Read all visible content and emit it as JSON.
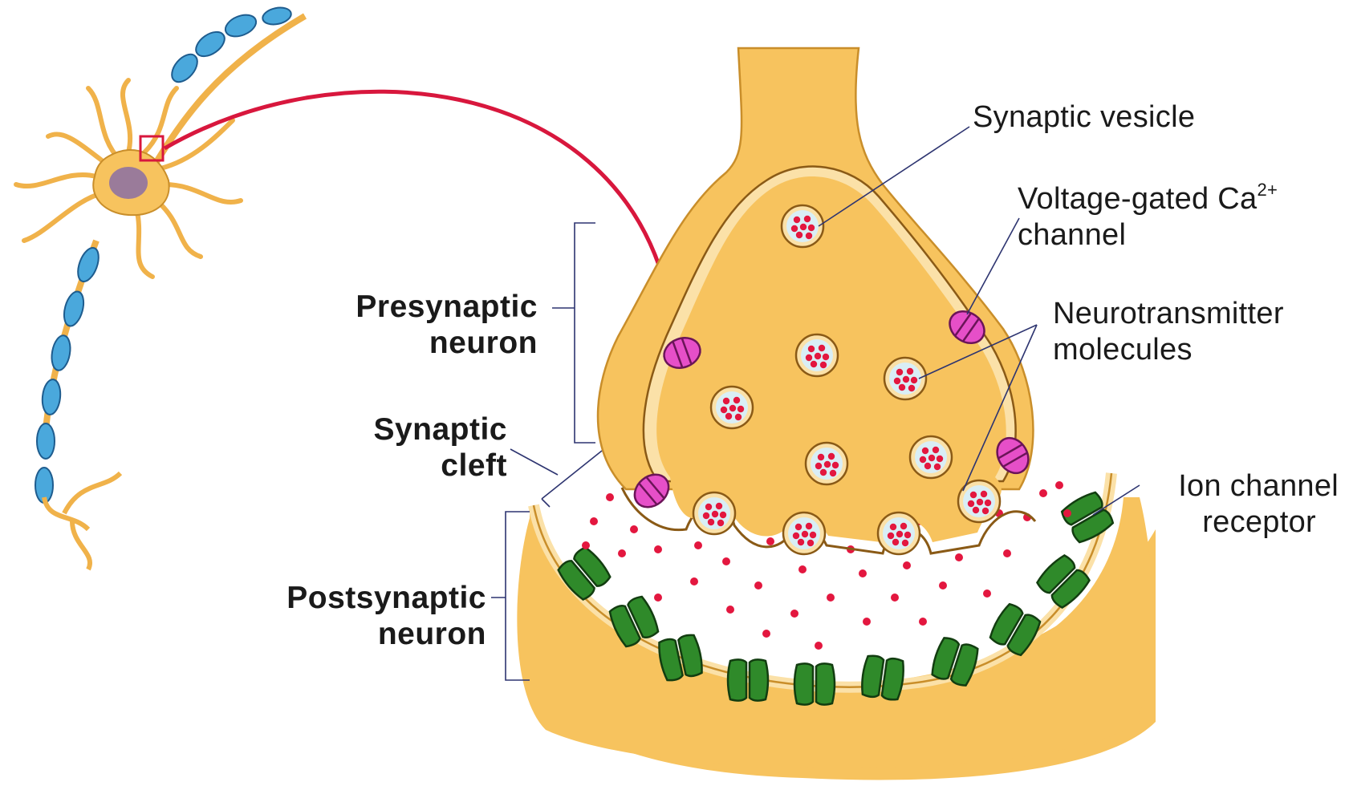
{
  "labels": {
    "presynaptic": [
      "Presynaptic",
      "neuron"
    ],
    "synaptic_cleft": [
      "Synaptic",
      "cleft"
    ],
    "postsynaptic": [
      "Postsynaptic",
      "neuron"
    ],
    "synaptic_vesicle": "Synaptic vesicle",
    "ca_channel": {
      "line1": "Voltage-gated Ca",
      "superscript": "2+",
      "line2": "channel"
    },
    "neurotransmitter": [
      "Neurotransmitter",
      "molecules"
    ],
    "ion_channel_receptor": [
      "Ion channel",
      "receptor"
    ]
  },
  "colors": {
    "cytoplasm": "#f7c35e",
    "membrane": "#c98e2a",
    "membrane_light": "#fbe1a8",
    "vesicle_fill": "#d9eef6",
    "neurotransmitter": "#e3173f",
    "ca_channel": "#e64fc8",
    "receptor": "#2f8a2a",
    "myelin": "#4aa8dc",
    "arrow": "#d8173d",
    "leader": "#2d3470"
  }
}
